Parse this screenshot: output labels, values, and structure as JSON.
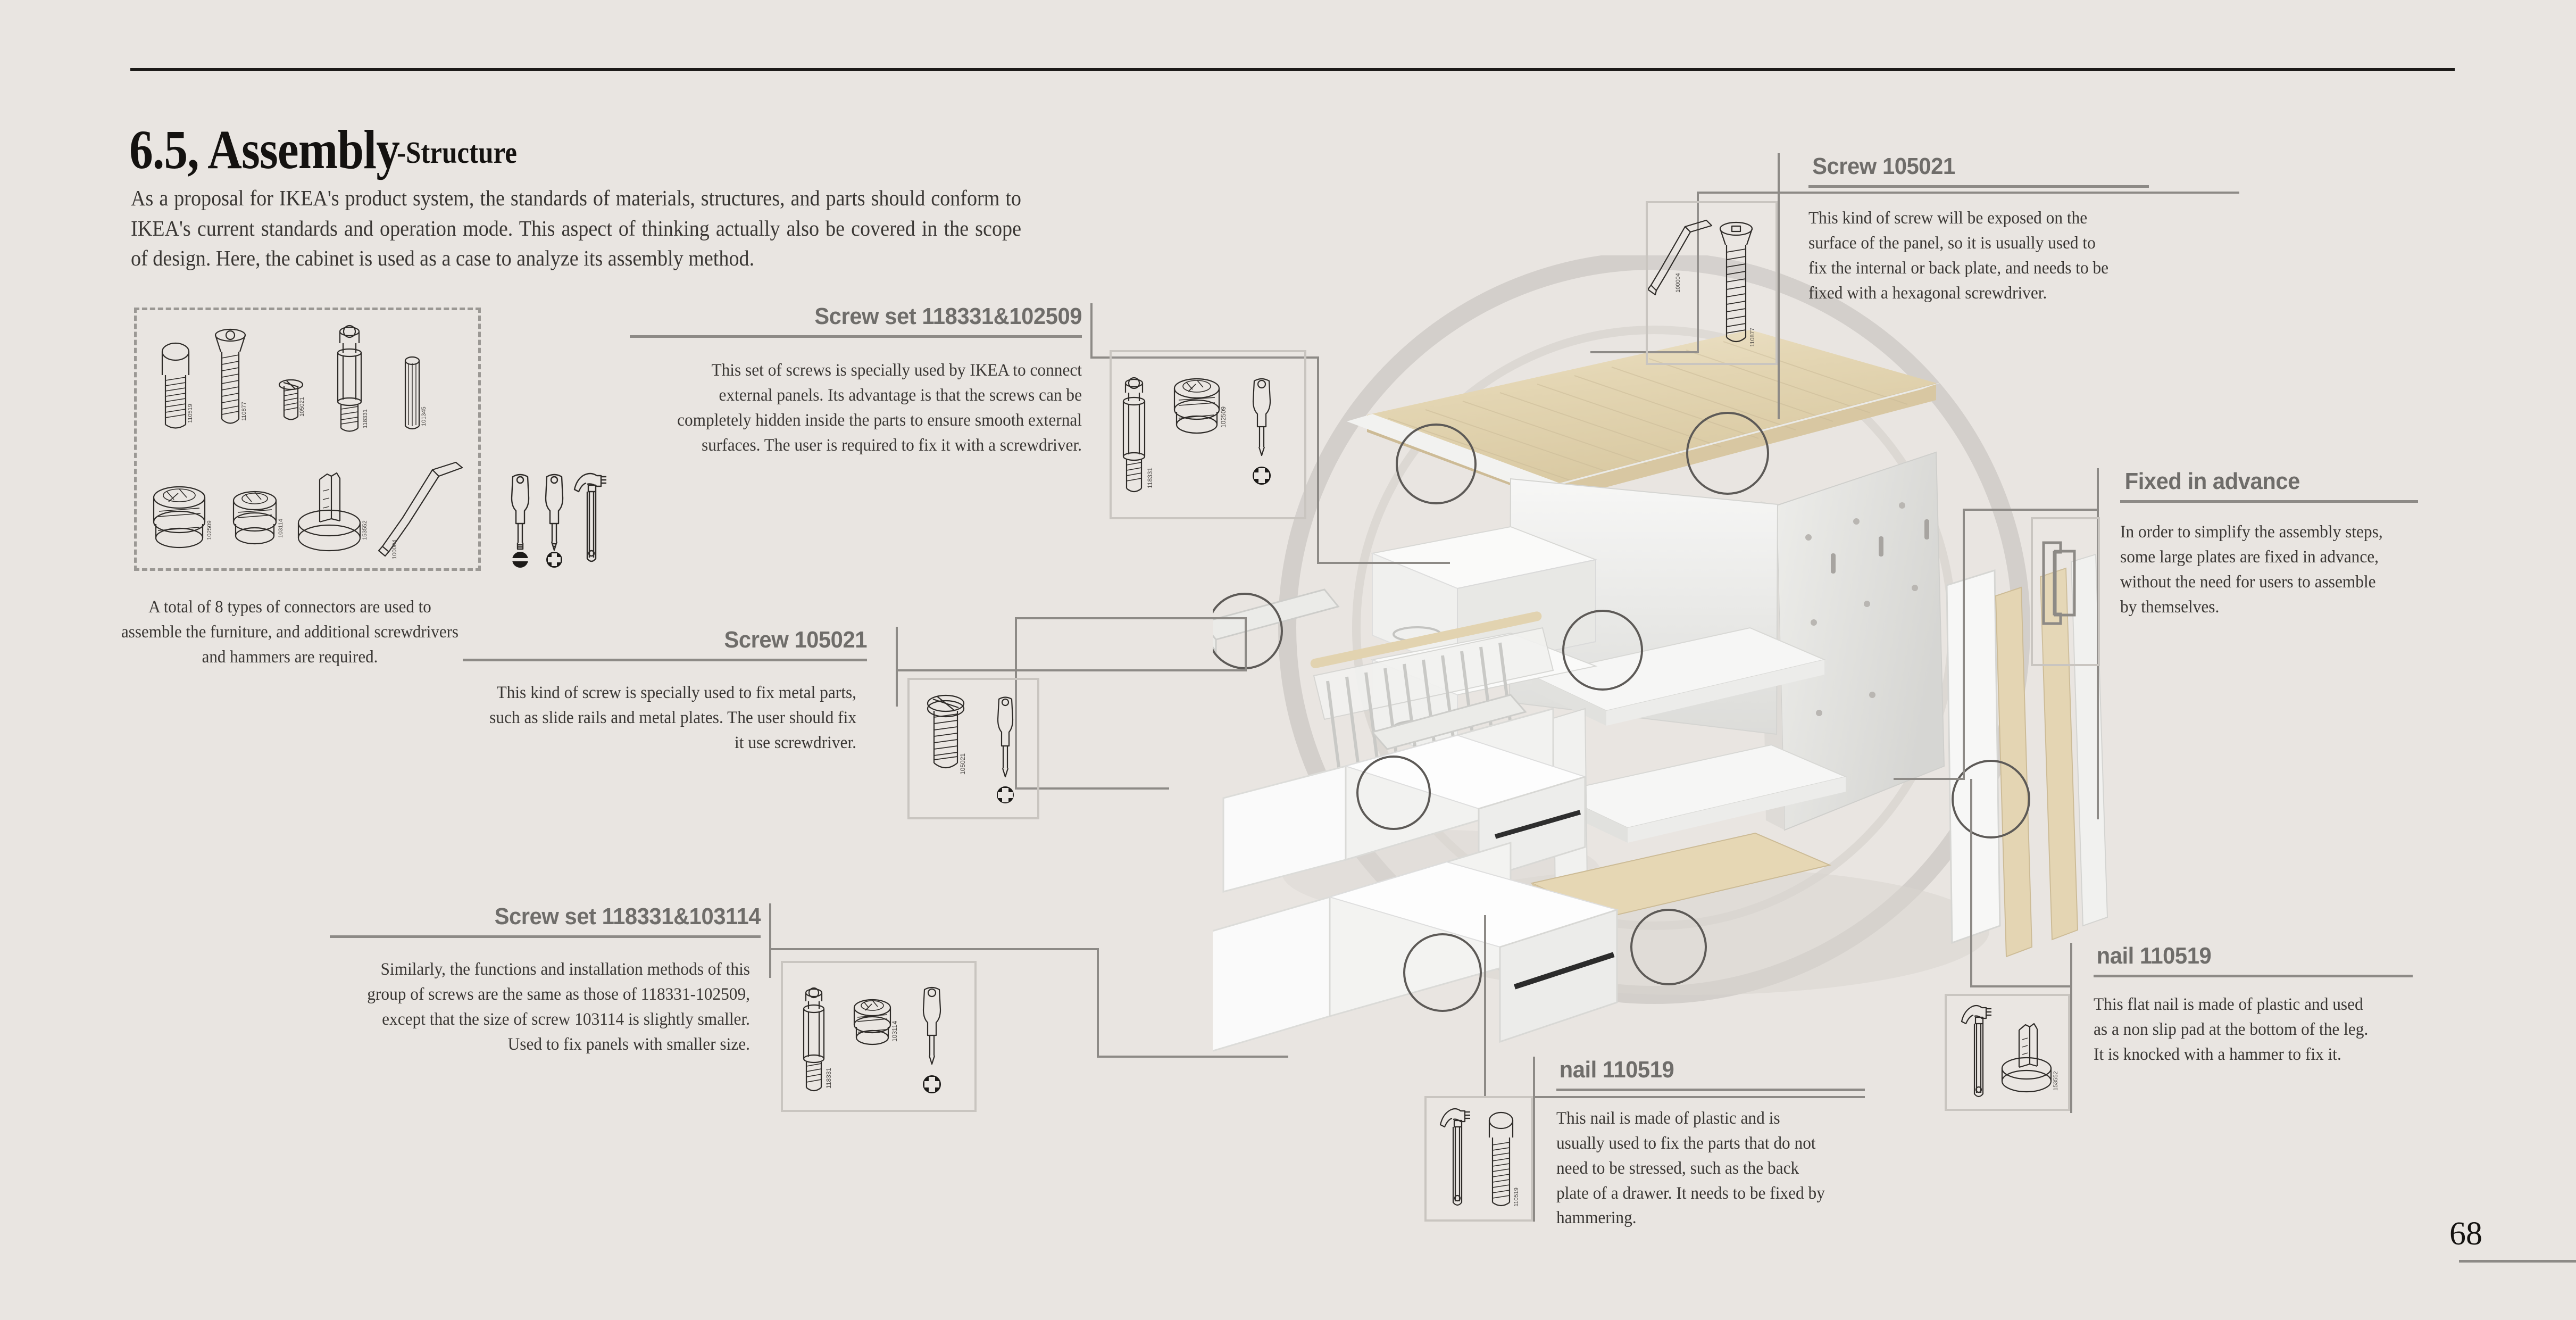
{
  "page": {
    "number": "68",
    "title_main": "6.5, Assembly",
    "title_sub": "-Structure",
    "intro": "As a proposal for IKEA's product system, the standards of materials, structures, and parts should conform to IKEA's current standards and operation mode. This aspect of thinking actually also be covered in the scope of design. Here, the cabinet is used as a case to analyze its assembly method.",
    "bg_color": "#e9e5e1",
    "heading_color": "#6f6d6a",
    "rule_color": "#8d8a86",
    "text_color": "#3a3734"
  },
  "legend": {
    "caption": "A total of 8 types of connectors are used to assemble the furniture, and additional screwdrivers and hammers are required.",
    "connectors": [
      {
        "code": "110519",
        "kind": "round-head-plastic-nail"
      },
      {
        "code": "110877",
        "kind": "hex-head-wood-screw"
      },
      {
        "code": "105021",
        "kind": "pan-head-metal-screw"
      },
      {
        "code": "118331",
        "kind": "cam-bolt"
      },
      {
        "code": "101345",
        "kind": "wooden-dowel"
      },
      {
        "code": "102509",
        "kind": "cam-lock-large"
      },
      {
        "code": "103114",
        "kind": "cam-lock-small"
      },
      {
        "code": "153552",
        "kind": "flat-nail-disc"
      },
      {
        "code": "100004",
        "kind": "hex-key-wrench"
      }
    ],
    "tools": [
      {
        "name": "flathead-screwdriver",
        "bit": "slotted"
      },
      {
        "name": "phillips-screwdriver",
        "bit": "cross"
      },
      {
        "name": "hammer",
        "bit": "claw"
      }
    ]
  },
  "callouts": [
    {
      "id": "screw-set-118331-102509",
      "heading": "Screw set 118331&102509",
      "body": "This set of screws is specially used by IKEA to connect external panels. Its advantage is that the screws can be completely hidden inside the parts to ensure smooth external surfaces. The user is required to fix it with a screwdriver.",
      "parts": [
        "118331",
        "102509"
      ],
      "tool": "phillips-screwdriver"
    },
    {
      "id": "screw-105021-top",
      "heading": "Screw 105021",
      "body": "This kind of screw will be exposed on the surface of the panel, so it is usually used to fix the internal or back plate, and needs to be fixed with a hexagonal screwdriver.",
      "parts": [
        "100004",
        "110877"
      ],
      "tool": "hex-key"
    },
    {
      "id": "screw-105021-mid",
      "heading": "Screw 105021",
      "body": "This kind of screw is specially used to fix metal parts, such as slide rails and metal plates. The user should fix it use screwdriver.",
      "parts": [
        "105021"
      ],
      "tool": "phillips-screwdriver"
    },
    {
      "id": "screw-set-118331-103114",
      "heading": "Screw set 118331&103114",
      "body": "Similarly, the functions and installation methods of this group of screws are the same as those of 118331-102509, except that the size of screw 103114 is slightly smaller. Used to fix panels with smaller size.",
      "parts": [
        "118331",
        "103114"
      ],
      "tool": "phillips-screwdriver"
    },
    {
      "id": "fixed-in-advance",
      "heading": "Fixed in advance",
      "body": "In order to simplify the assembly steps, some large plates are fixed in advance, without the need for users to assemble by themselves.",
      "parts": [],
      "tool": "none"
    },
    {
      "id": "nail-110519-bottom",
      "heading": "nail 110519",
      "body": "This nail is made of plastic and is usually used to fix the parts that do not need to be stressed, such as the back plate of a drawer. It needs to be fixed by hammering.",
      "parts": [
        "110519"
      ],
      "tool": "hammer"
    },
    {
      "id": "nail-110519-right",
      "heading": "nail 110519",
      "body": "This flat nail is made of plastic and used as a non slip pad at the bottom of the leg. It is knocked with a hammer to fix it.",
      "parts": [
        "153552"
      ],
      "tool": "hammer"
    }
  ],
  "render": {
    "description": "exploded-view-cabinet",
    "wood_color": "#e0d2ae",
    "panel_color": "#f4f4f3",
    "shadow_color": "#c9c5c0"
  }
}
